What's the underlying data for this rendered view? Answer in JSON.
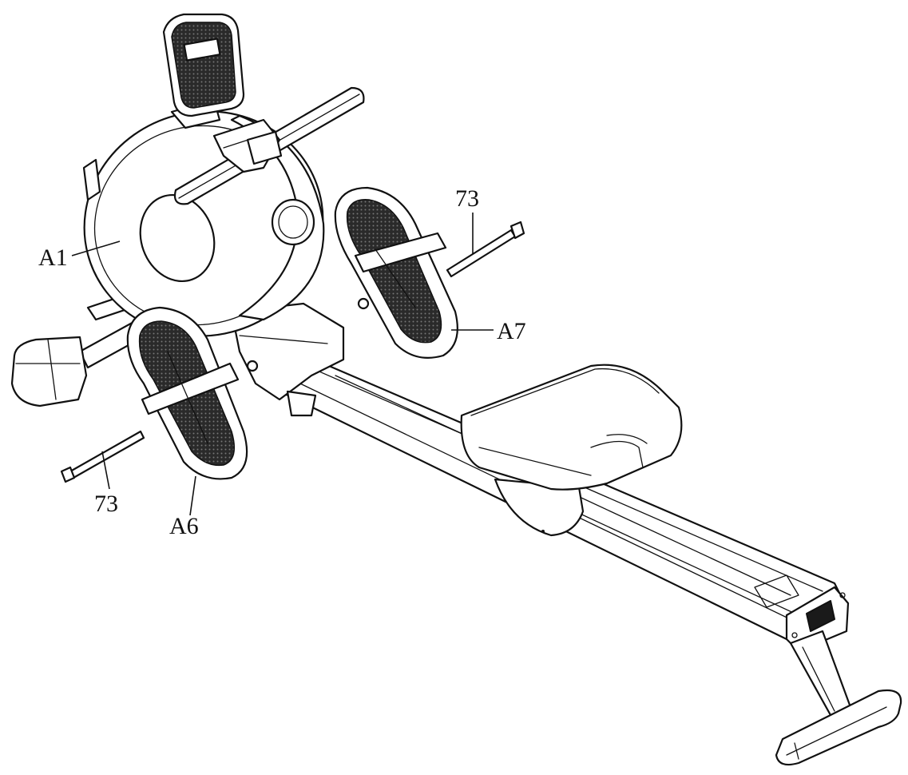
{
  "labels": {
    "flywheel_housing": "A1",
    "left_pedal": "A6",
    "right_pedal": "A7",
    "pedal_axle_left": "73",
    "pedal_axle_right": "73"
  },
  "colors": {
    "line": "#111111",
    "background": "#ffffff"
  }
}
